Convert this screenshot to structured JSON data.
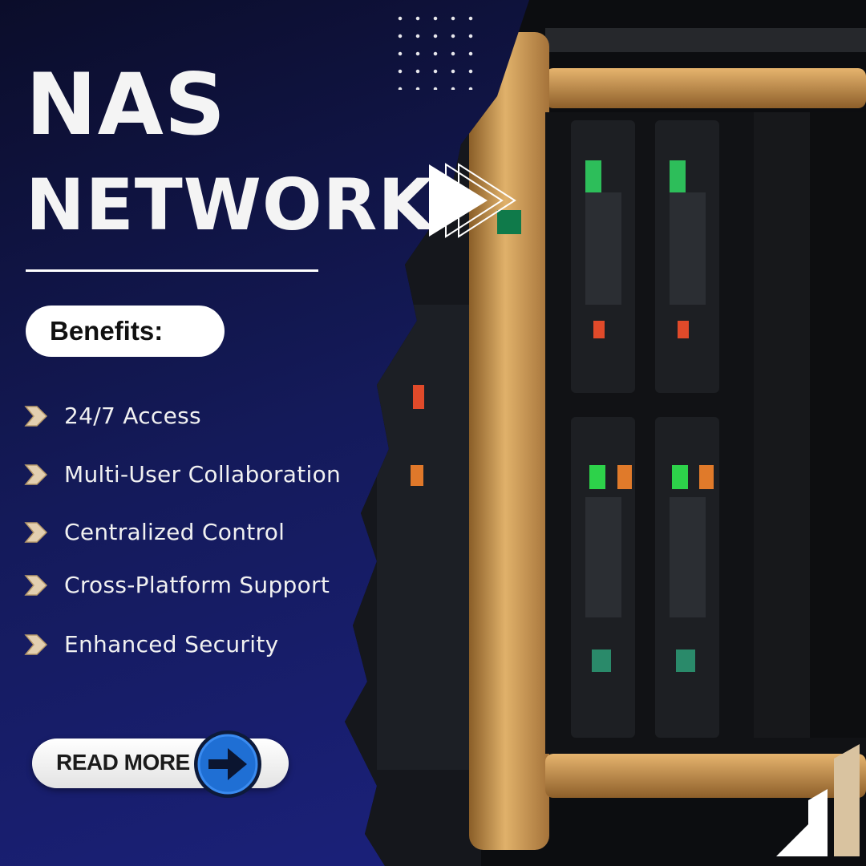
{
  "headline": {
    "line1": "NAS",
    "line2": "NETWORK"
  },
  "benefits_label": "Benefits:",
  "benefits": [
    "24/7 Access",
    "Multi-User Collaboration",
    "Centralized Control",
    "Cross-Platform Support",
    "Enhanced Security"
  ],
  "cta": {
    "label": "READ MORE",
    "icon": "arrow-right-icon"
  },
  "icons": {
    "bullet": "chevron-right-icon",
    "title_accent": "fast-forward-icon",
    "brand": "brand-logo-icon"
  },
  "colors": {
    "background": "#141a5a",
    "accent_gold": "#c89a52",
    "bullet_fill": "#e3cfb0",
    "button_blue": "#1f6fd4",
    "text": "#f4f4f4"
  }
}
